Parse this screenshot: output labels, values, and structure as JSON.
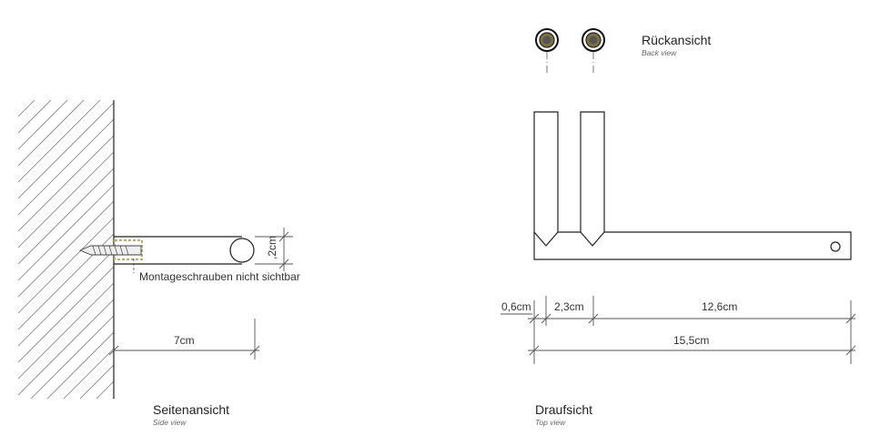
{
  "side_view": {
    "title": "Seitenansicht",
    "subtitle": "Side view",
    "note": "Montageschrauben nicht sichtbar",
    "dim_height": ",2cm",
    "dim_length": "7cm"
  },
  "top_view": {
    "title": "Draufsicht",
    "subtitle": "Top view",
    "dims": {
      "a": "0,6cm",
      "b": "2,3cm",
      "c": "12,6cm",
      "total": "15,5cm"
    }
  },
  "back_view": {
    "title": "Rückansicht",
    "subtitle": "Back view"
  },
  "colors": {
    "screw_gold": "#8a7a3a",
    "line": "#222222"
  }
}
